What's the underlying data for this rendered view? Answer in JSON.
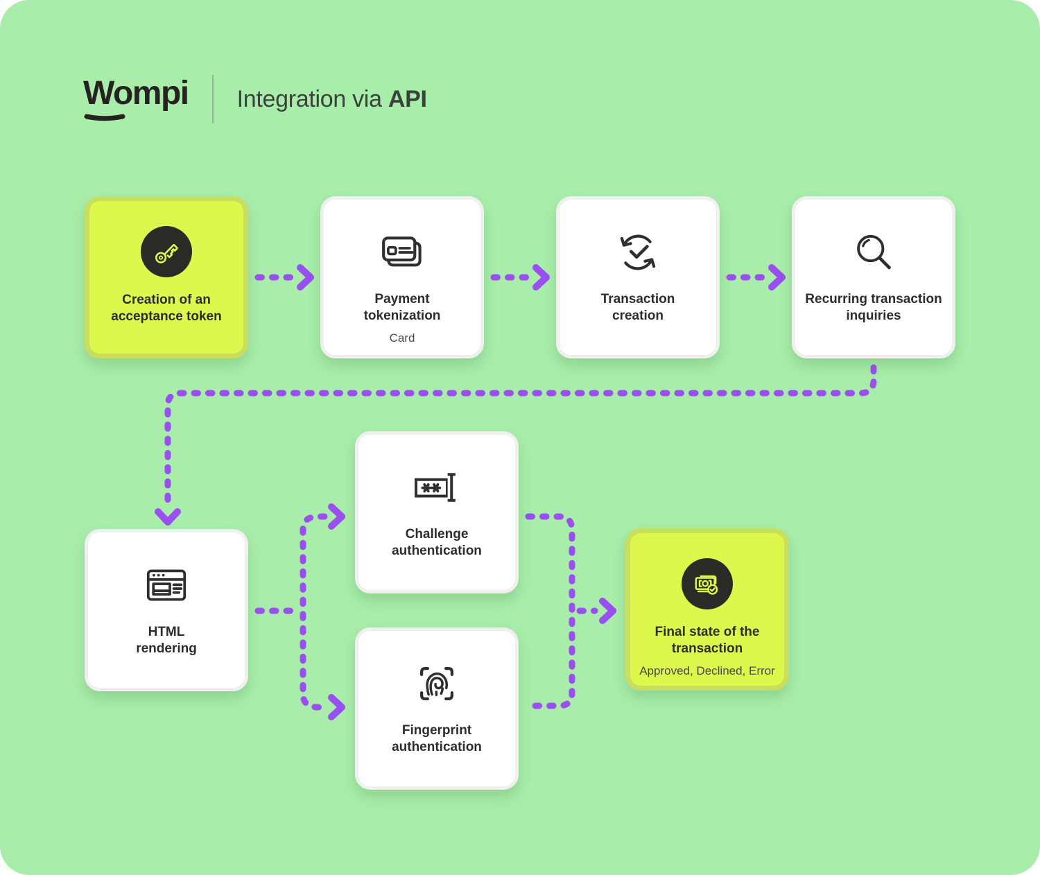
{
  "header": {
    "logo": "Wompi",
    "title_prefix": "Integration via",
    "title_bold": "API"
  },
  "colors": {
    "background_green": "#a8edaa",
    "accent_purple": "#9a4ff0",
    "highlight_yellow": "#ddf74d",
    "highlight_border": "#c9de5c",
    "dark_circle": "#2b2a26",
    "text_dark": "#2d2d2b"
  },
  "nodes": [
    {
      "id": "acceptance-token",
      "label": "Creation of an acceptance token",
      "sublabel": "",
      "icon": "key-icon",
      "highlighted": true
    },
    {
      "id": "payment-tokenization",
      "label": "Payment tokenization",
      "sublabel": "Card",
      "icon": "card-icon",
      "highlighted": false
    },
    {
      "id": "transaction-creation",
      "label": "Transaction creation",
      "sublabel": "",
      "icon": "sync-check-icon",
      "highlighted": false
    },
    {
      "id": "recurring-inquiries",
      "label": "Recurring transaction inquiries",
      "sublabel": "",
      "icon": "magnifier-icon",
      "highlighted": false
    },
    {
      "id": "html-rendering",
      "label": "HTML rendering",
      "sublabel": "",
      "icon": "browser-icon",
      "highlighted": false
    },
    {
      "id": "challenge-authentication",
      "label": "Challenge authentication",
      "sublabel": "",
      "icon": "password-field-icon",
      "highlighted": false
    },
    {
      "id": "fingerprint-authentication",
      "label": "Fingerprint authentication",
      "sublabel": "",
      "icon": "fingerprint-icon",
      "highlighted": false
    },
    {
      "id": "final-state",
      "label": "Final state of the transaction",
      "sublabel": "Approved, Declined, Error",
      "icon": "banknote-check-icon",
      "highlighted": true
    }
  ]
}
